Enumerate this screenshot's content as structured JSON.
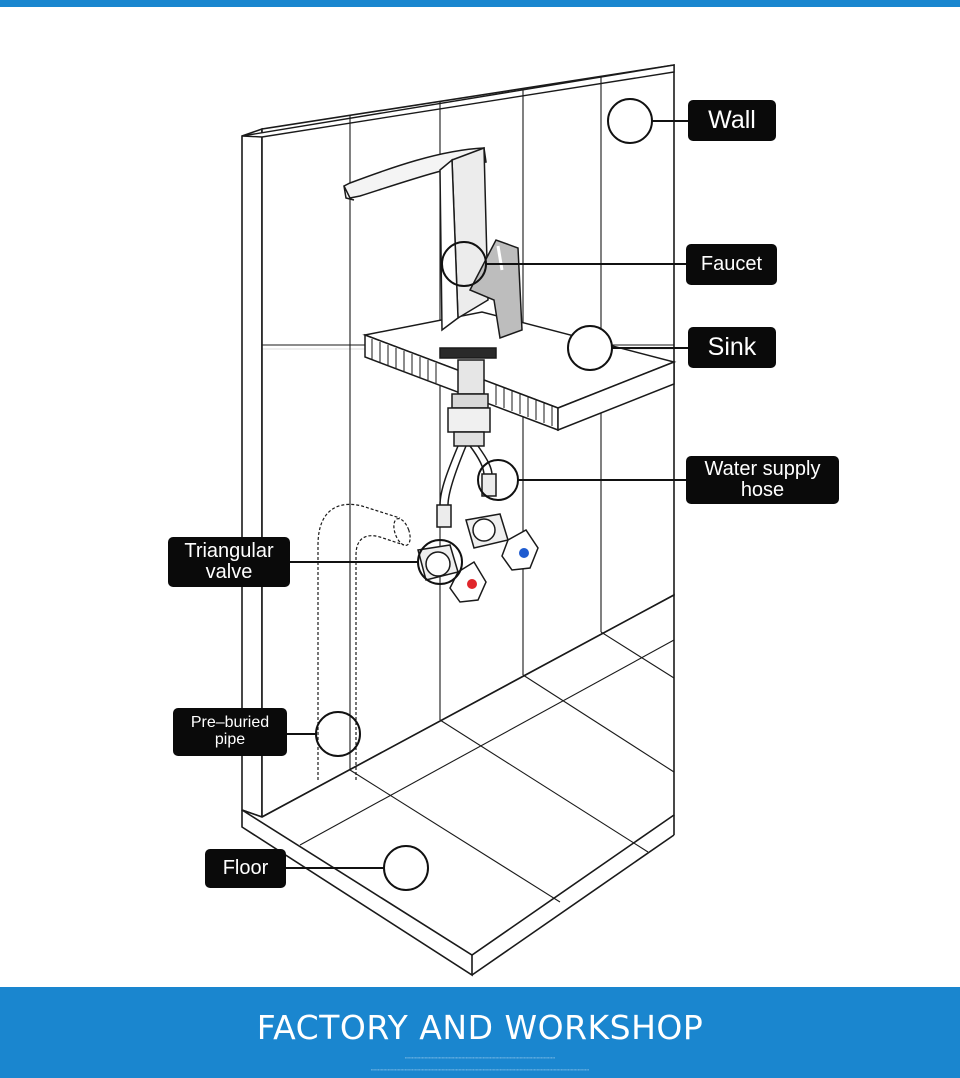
{
  "colors": {
    "brand_blue": "#1a86cf",
    "label_bg": "#0a0a0a",
    "line": "#1a1a1a"
  },
  "labels": {
    "wall": "Wall",
    "faucet": "Faucet",
    "sink": "Sink",
    "water_supply_hose": "Water supply\nhose",
    "triangular_valve": "Triangular\nvalve",
    "pre_buried_pipe": "Pre–buried\npipe",
    "floor": "Floor"
  },
  "footer": {
    "title": "FACTORY AND WORKSHOP"
  },
  "icons": [
    "faucet-illustration",
    "triangular-valve-icon",
    "hose-icon",
    "pipe-icon",
    "callout-circle"
  ]
}
